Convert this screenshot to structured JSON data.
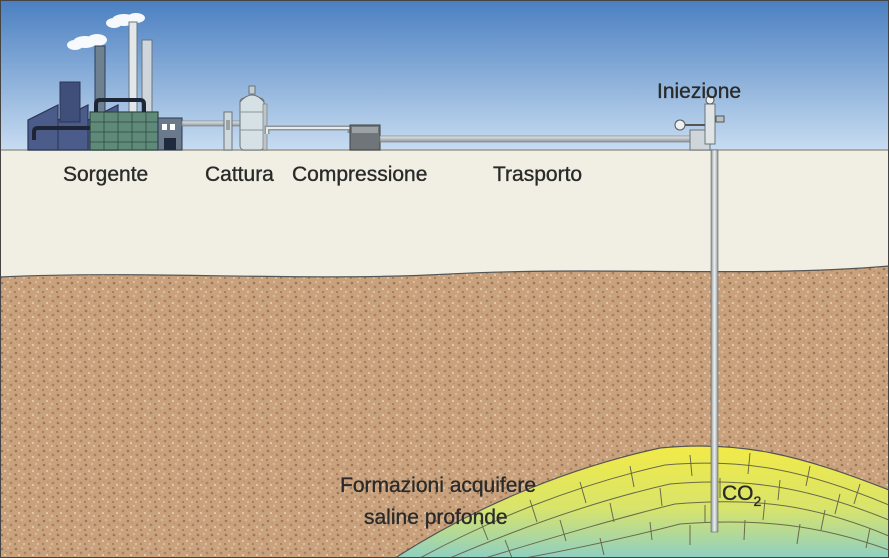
{
  "labels": {
    "source": "Sorgente",
    "capture": "Cattura",
    "compression": "Compressione",
    "transport": "Trasporto",
    "injection": "Iniezione",
    "formation_line1": "Formazioni acquifere",
    "formation_line2": "saline profonde",
    "co2_base": "CO",
    "co2_sub": "2"
  },
  "colors": {
    "sky_top": "#4a7fc0",
    "sky_bottom": "#c7dcf1",
    "surface": "#f1efe3",
    "soil": "#c9a27d",
    "reservoir_yellow": "#f2ea47",
    "reservoir_teal": "#8ecfc3",
    "factory": "#4b5b8a",
    "factory_accent": "#5f8a79",
    "pipe": "#b9bfc2"
  }
}
